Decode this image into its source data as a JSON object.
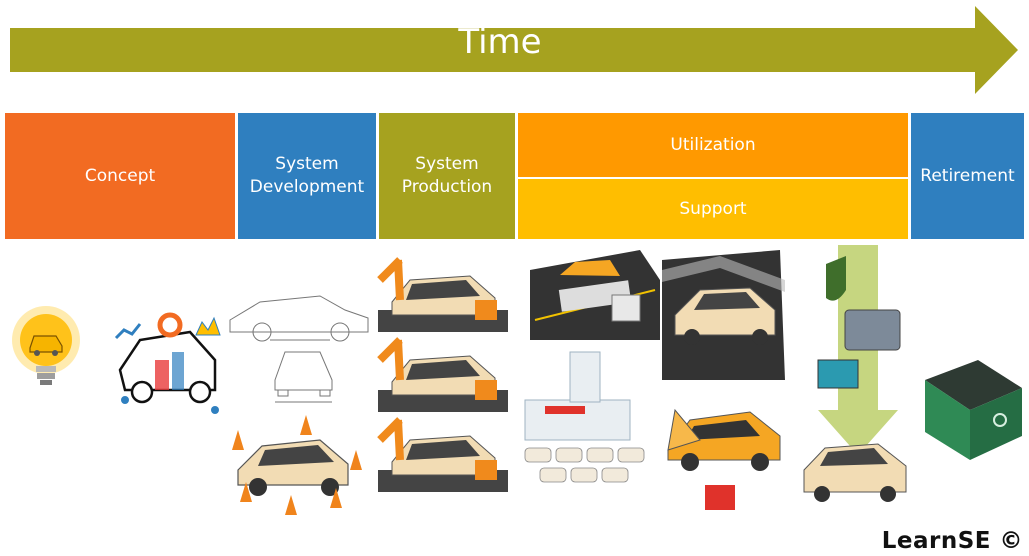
{
  "arrow": {
    "label": "Time",
    "color": "#a6a21f"
  },
  "phases": [
    {
      "label": "Concept",
      "color": "#f26b22"
    },
    {
      "label": "System\nDevelopment",
      "color": "#2f7fbf"
    },
    {
      "label": "System\nProduction",
      "color": "#a6a21f"
    },
    {
      "label": "Utilization",
      "color": "#ff9900"
    },
    {
      "label": "Support",
      "color": "#ffbe00"
    },
    {
      "label": "Retirement",
      "color": "#2f7fbf"
    }
  ],
  "illustrations": [
    "lightbulb-car-icon",
    "concept-car-charts-icon",
    "car-blueprint-icon",
    "crash-test-car-icon",
    "robot-assembly-icon",
    "tow-truck-icon",
    "car-on-road-icon",
    "dealership-icon",
    "car-repair-icon",
    "recycling-arrow-icon",
    "recycling-dumpster-icon"
  ],
  "branding": {
    "text": "LearnSE ©"
  }
}
